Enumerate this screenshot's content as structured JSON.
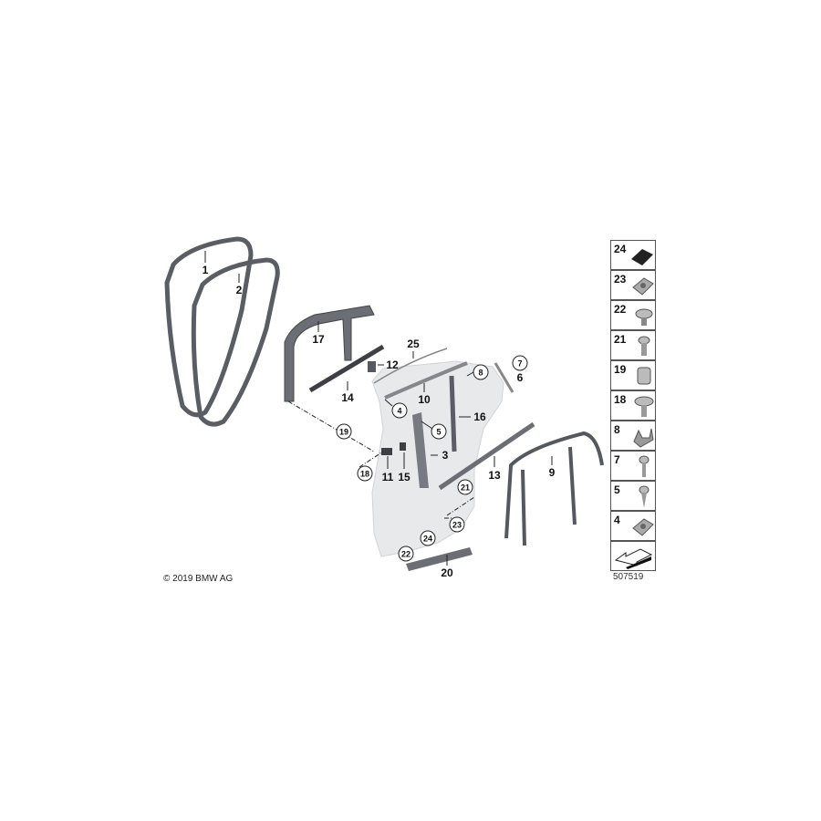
{
  "copyright": "© 2019 BMW AG",
  "diagram_number": "507519",
  "callouts": {
    "p1": "1",
    "p2": "2",
    "p17": "17",
    "p25": "25",
    "p12": "12",
    "p14": "14",
    "p10": "10",
    "p8": "8",
    "p7": "7",
    "p6": "6",
    "p4": "4",
    "p5": "5",
    "p16": "16",
    "p19": "19",
    "p3": "3",
    "p18": "18",
    "p11": "11",
    "p15": "15",
    "p13": "13",
    "p9": "9",
    "p21": "21",
    "p23": "23",
    "p24": "24",
    "p22": "22",
    "p20": "20"
  },
  "legend": [
    "24",
    "23",
    "22",
    "21",
    "19",
    "18",
    "8",
    "7",
    "5",
    "4"
  ],
  "legend_last_icon": "direction-arrow-icon",
  "colors": {
    "part": "#5a5d63",
    "door": "#e6e7e9",
    "text": "#111111"
  }
}
